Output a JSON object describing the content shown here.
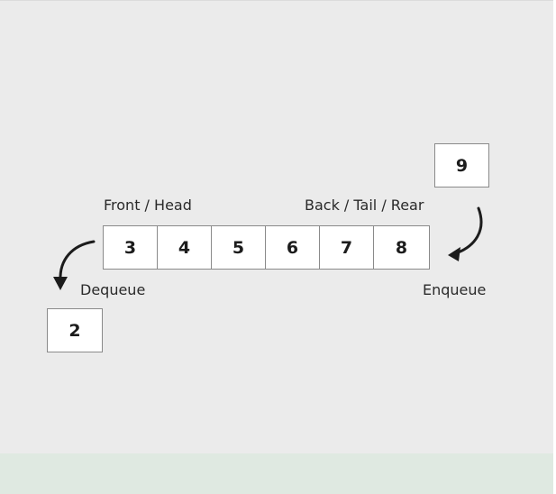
{
  "queue": {
    "items": [
      "3",
      "4",
      "5",
      "6",
      "7",
      "8"
    ]
  },
  "incoming_value": "9",
  "outgoing_value": "2",
  "labels": {
    "front": "Front / Head",
    "back": "Back / Tail / Rear",
    "dequeue": "Dequeue",
    "enqueue": "Enqueue"
  },
  "colors": {
    "background": "#ebebeb",
    "footer_band": "#dfe9e1",
    "box_fill": "#ffffff",
    "box_border": "#8a8a8a",
    "text": "#1c1c1c"
  }
}
